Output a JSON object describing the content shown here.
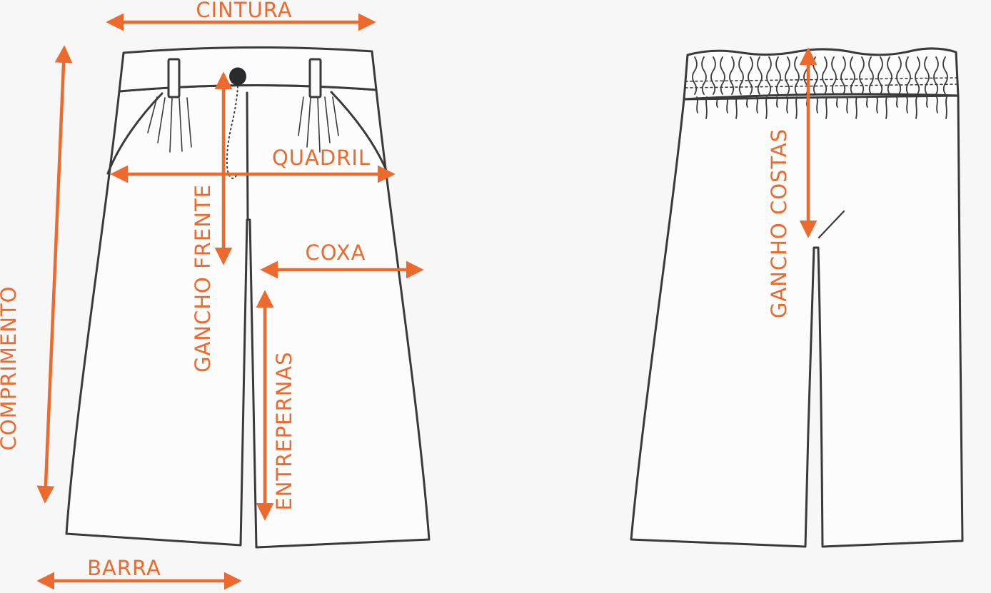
{
  "labels": {
    "cintura": "CINTURA",
    "comprimento": "COMPRIMENTO",
    "quadril": "QUADRIL",
    "gancho_frente": "GANCHO FRENTE",
    "coxa": "COXA",
    "entrepernas": "ENTREPERNAS",
    "barra": "BARRA",
    "gancho_costas": "GANCHO COSTAS"
  },
  "colors": {
    "accent": "#ED6A2E",
    "outline": "#3A3A3C",
    "background": "#F7F7F7",
    "garment_fill": "#FCFCFC",
    "button": "#2B2B2E"
  }
}
